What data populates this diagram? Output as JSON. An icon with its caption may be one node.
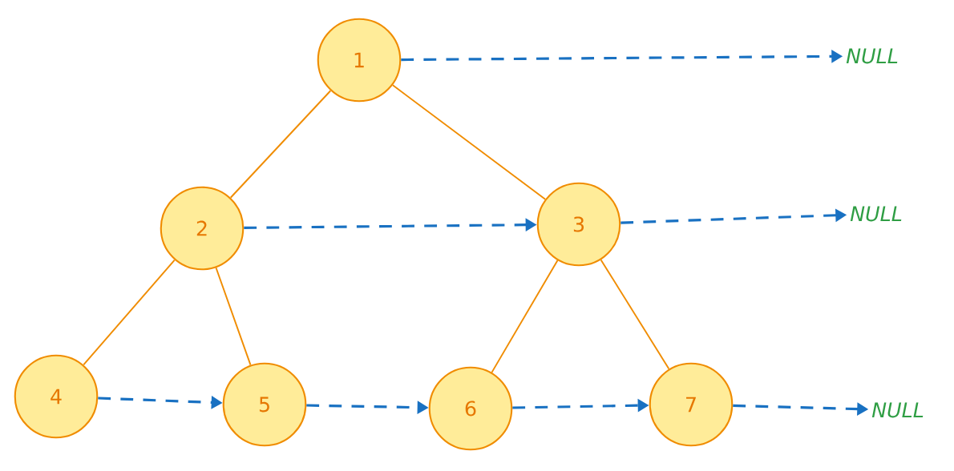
{
  "diagram": {
    "nodes": [
      {
        "text": [
          "1"
        ]
      },
      {
        "text": [
          "2"
        ]
      },
      {
        "text": [
          "3"
        ]
      },
      {
        "text": [
          "4"
        ]
      },
      {
        "text": [
          "5"
        ]
      },
      {
        "text": [
          "6"
        ]
      },
      {
        "text": [
          "7"
        ]
      },
      {
        "text": [
          "NULL"
        ]
      },
      {
        "text": [
          "NULL"
        ]
      },
      {
        "text": [
          "NULL"
        ]
      }
    ],
    "edges": [
      {
        "from": 0,
        "to": 1,
        "arrow": "none",
        "color": "#f08c00"
      },
      {
        "from": 0,
        "to": 2,
        "arrow": "none",
        "color": "#f08c00"
      },
      {
        "from": 1,
        "to": 3,
        "arrow": "none",
        "color": "#f08c00"
      },
      {
        "from": 1,
        "to": 4,
        "arrow": "none",
        "color": "#f08c00"
      },
      {
        "from": 2,
        "to": 5,
        "arrow": "none",
        "color": "#f08c00"
      },
      {
        "from": 2,
        "to": 6,
        "arrow": "none",
        "color": "#f08c00"
      },
      {
        "from": 0,
        "to": 7,
        "arrow": "to",
        "style": "dashed"
      },
      {
        "from": 1,
        "to": 2,
        "arrow": "to",
        "style": "dashed"
      },
      {
        "from": 2,
        "to": 8,
        "arrow": "to",
        "style": "dashed"
      },
      {
        "from": 3,
        "to": 4,
        "arrow": "to",
        "style": "dashed"
      },
      {
        "from": 4,
        "to": 5,
        "arrow": "to",
        "style": "dashed"
      },
      {
        "from": 5,
        "to": 6,
        "arrow": "to",
        "style": "dashed"
      },
      {
        "from": 6,
        "to": 9,
        "arrow": "to",
        "style": "dashed"
      }
    ]
  }
}
